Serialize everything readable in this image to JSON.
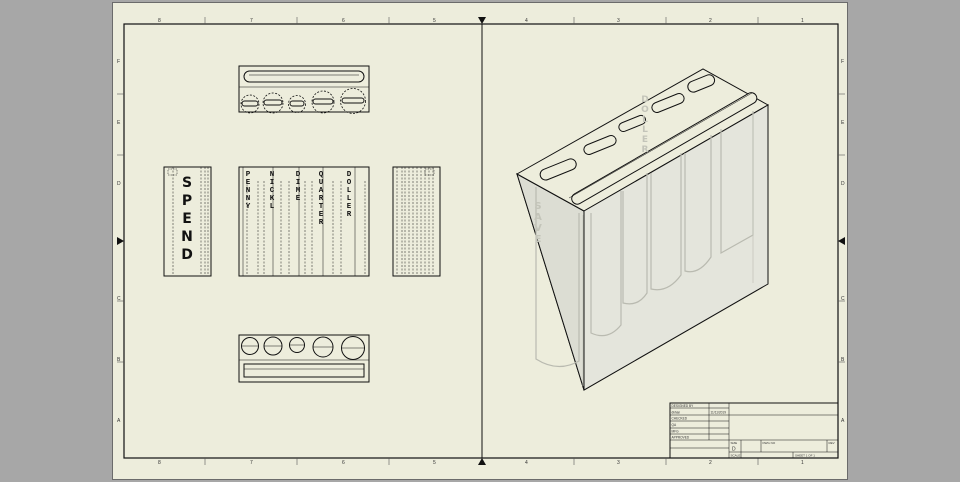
{
  "drawing": {
    "border_zones": {
      "top": [
        "8",
        "7",
        "6",
        "5",
        "4",
        "3",
        "2",
        "1"
      ],
      "bottom": [
        "8",
        "7",
        "6",
        "5",
        "4",
        "3",
        "2",
        "1"
      ],
      "left": [
        "F",
        "E",
        "D",
        "C",
        "B",
        "A"
      ],
      "right": [
        "F",
        "E",
        "D",
        "C",
        "B",
        "A"
      ]
    },
    "side_view_label": "SPEND",
    "front_view_labels": [
      "PENNY",
      "NICKL",
      "DIME",
      "QUARTER",
      "DOLLER"
    ],
    "iso_engraving_labels": [
      "SAVE",
      "DOLLER"
    ]
  },
  "title_block": {
    "designed_by_label": "DESIGNED BY",
    "designed_by": "dkhan",
    "date": "11/11/2019",
    "checked_label": "CHECKED",
    "qa_label": "QA",
    "mfg_label": "MFG",
    "approved_label": "APPROVED",
    "size_label": "SIZE",
    "size": "D",
    "dwg_no_label": "DWG NO",
    "rev_label": "REV",
    "scale_label": "SCALE",
    "sheet": "SHEET 1 OF 1"
  }
}
